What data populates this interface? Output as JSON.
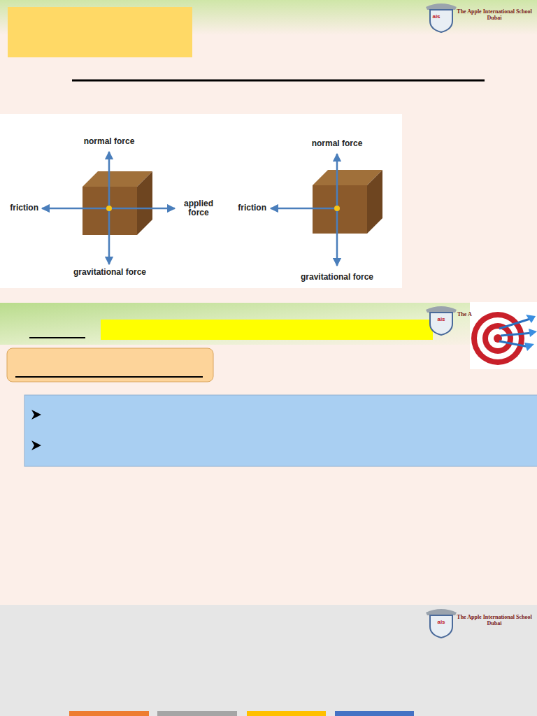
{
  "diagram": {
    "labels": [
      "ais",
      "The Apple International School Dubai",
      "normal force",
      "friction",
      "applied force",
      "gravitational force",
      "normal force",
      "friction",
      "gravitational force",
      "ais",
      "The A",
      "ais",
      "The Apple International School Dubai"
    ]
  }
}
